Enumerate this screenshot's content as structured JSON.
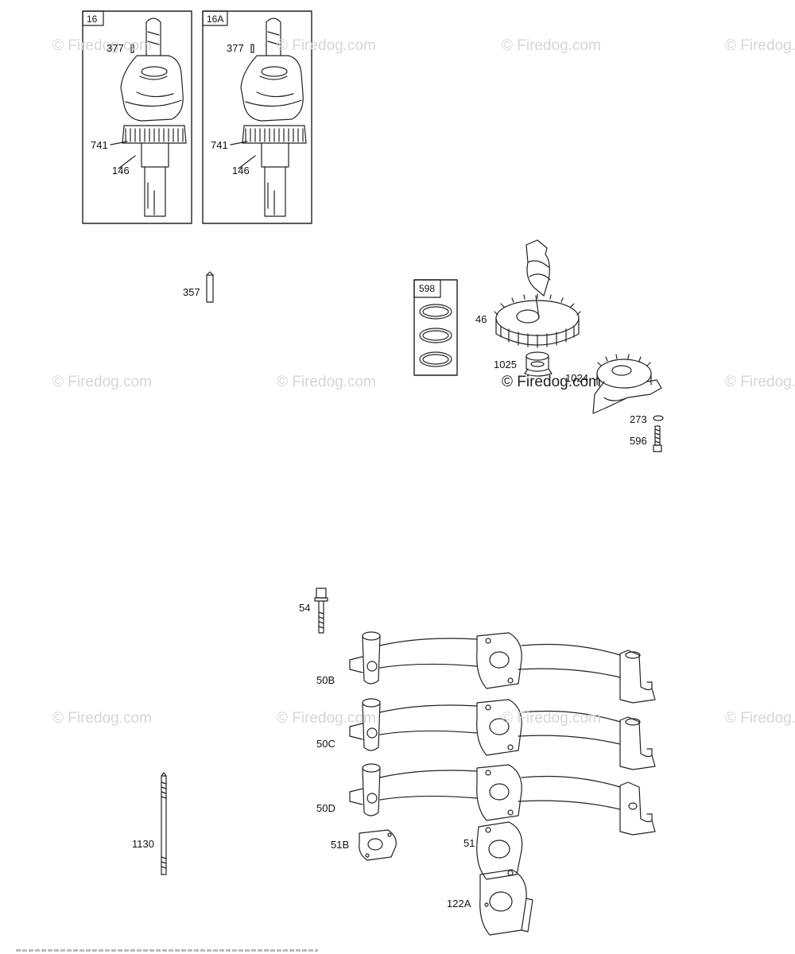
{
  "watermark": "© Firedog.com",
  "boxes": {
    "crank_16": "16",
    "crank_16a": "16A",
    "rings_598": "598"
  },
  "labels": {
    "p377a": "377",
    "p741a": "741",
    "p146a": "146",
    "p377b": "377",
    "p741b": "741",
    "p146b": "146",
    "p357": "357",
    "p46": "46",
    "p1025": "1025",
    "p1024": "1024",
    "p273": "273",
    "p596": "596",
    "p54": "54",
    "p50b": "50B",
    "p50c": "50C",
    "p50d": "50D",
    "p51b": "51B",
    "p51": "51",
    "p122a": "122A",
    "p1130": "1130"
  }
}
